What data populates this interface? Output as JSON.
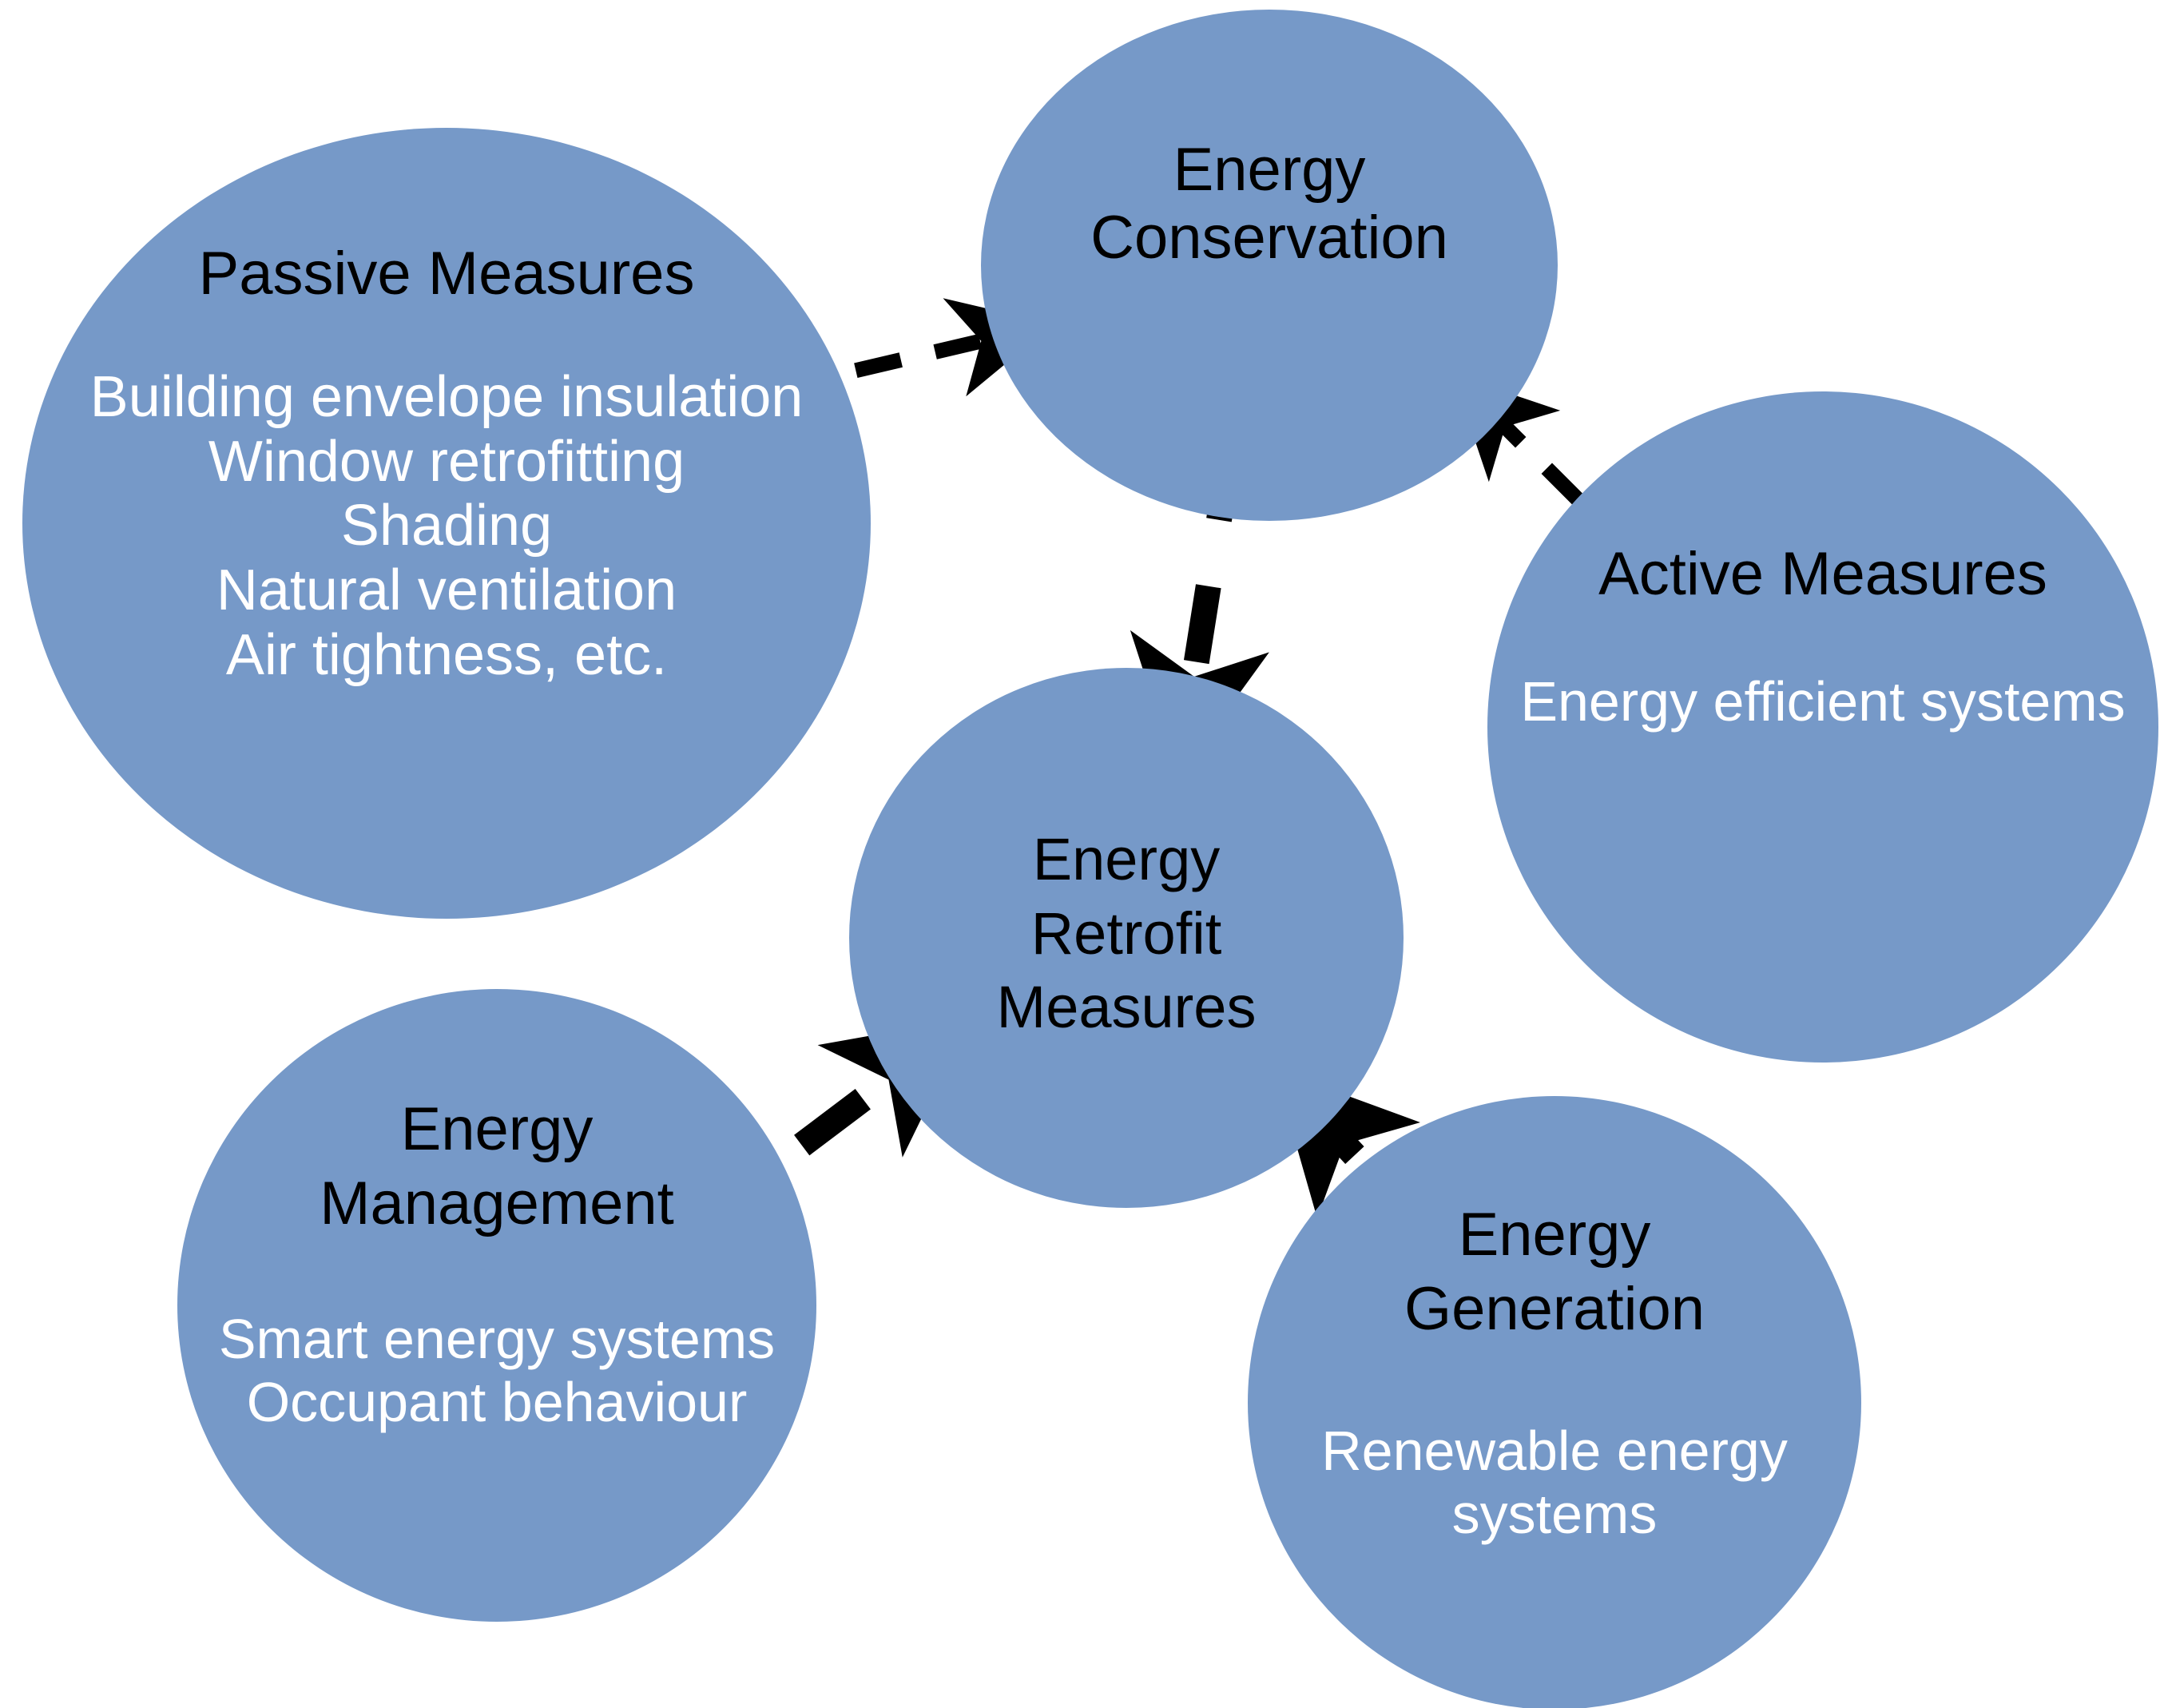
{
  "diagram": {
    "type": "concept-map",
    "title": "Energy Retrofit Measures",
    "background_color": "#ffffff",
    "node_fill_color": "#7699C8",
    "node_title_color": "#000000",
    "node_body_color": "#ffffff",
    "arrow_color": "#000000",
    "nodes": [
      {
        "id": "passive-measures",
        "title": "Passive Measures",
        "body": "Building envelope insulation\nWindow retrofitting\nShading\nNatural ventilation\nAir tightness, etc."
      },
      {
        "id": "energy-conservation",
        "title": "Energy\nConservation",
        "body": ""
      },
      {
        "id": "active-measures",
        "title": "Active Measures",
        "body": "Energy efficient systems"
      },
      {
        "id": "energy-retrofit-measures",
        "title": "Energy\nRetrofit\nMeasures",
        "body": ""
      },
      {
        "id": "energy-management",
        "title": "Energy\nManagement",
        "body": "Smart energy systems\nOccupant behaviour"
      },
      {
        "id": "energy-generation",
        "title": "Energy\nGeneration",
        "body": "Renewable energy\nsystems"
      }
    ],
    "edges": [
      {
        "id": "passive-to-conservation",
        "from": "passive-measures",
        "to": "energy-conservation",
        "style": "dashed",
        "weight": "thin"
      },
      {
        "id": "active-to-conservation",
        "from": "active-measures",
        "to": "energy-conservation",
        "style": "dashed",
        "weight": "thin"
      },
      {
        "id": "conservation-to-retrofit",
        "from": "energy-conservation",
        "to": "energy-retrofit-measures",
        "style": "dashed",
        "weight": "thick"
      },
      {
        "id": "management-to-retrofit",
        "from": "energy-management",
        "to": "energy-retrofit-measures",
        "style": "dashed",
        "weight": "thick"
      },
      {
        "id": "generation-to-retrofit",
        "from": "energy-generation",
        "to": "energy-retrofit-measures",
        "style": "dashed",
        "weight": "thick"
      }
    ]
  }
}
